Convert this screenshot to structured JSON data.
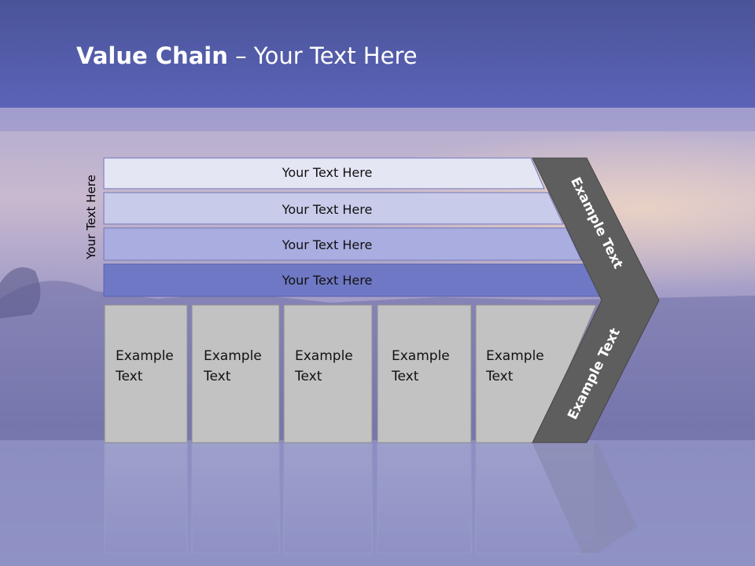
{
  "slide": {
    "title_bold": "Value Chain",
    "title_rest": " – Your Text Here",
    "side_label": "Your Text Here"
  },
  "support_rows": [
    "Your Text Here",
    "Your Text Here",
    "Your Text Here",
    "Your Text Here"
  ],
  "primary_activities": [
    {
      "line1": "Example",
      "line2": "Text"
    },
    {
      "line1": "Example",
      "line2": "Text"
    },
    {
      "line1": "Example",
      "line2": "Text"
    },
    {
      "line1": "Example",
      "line2": "Text"
    },
    {
      "line1": "Example",
      "line2": "Text"
    }
  ],
  "margin": {
    "upper": "Example Text",
    "lower": "Example Text"
  },
  "colors": {
    "header": "#5560b0",
    "row1": "#e4e6f4",
    "row2": "#c8cbe9",
    "row3": "#a9ade0",
    "row4": "#6f78c4",
    "activity_box": "#c2c2c2",
    "margin_arrow": "#5e5e5e"
  }
}
